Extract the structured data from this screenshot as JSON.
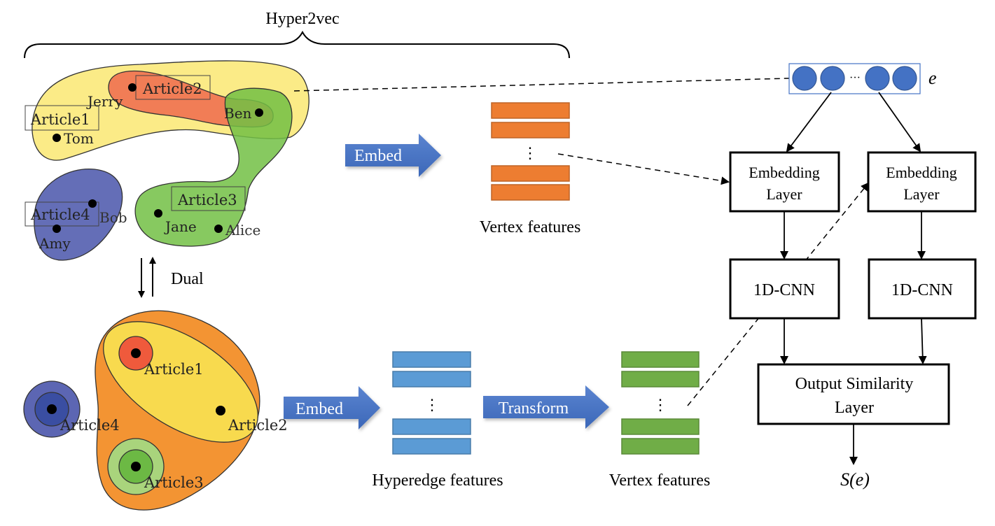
{
  "title": "Hyper2vec",
  "hypergraph": {
    "labels": {
      "article1": "Article1",
      "article2": "Article2",
      "article3": "Article3",
      "article4": "Article4",
      "jerry": "Jerry",
      "tom": "Tom",
      "ben": "Ben",
      "bob": "Bob",
      "amy": "Amy",
      "jane": "Jane",
      "alice": "Alice"
    },
    "hyperedge_colors": {
      "article1": "#fbe97a",
      "article2": "#ee6a4e",
      "article3": "#72bf44",
      "article4": "#5c66b3"
    }
  },
  "dual": {
    "label": "Dual",
    "labels": {
      "article1": "Article1",
      "article2": "Article2",
      "article3": "Article3",
      "article4": "Article4"
    },
    "colors": {
      "outer": "#f39433",
      "ellipse": "#f8da4e",
      "red": "#ef5a3c",
      "green_outer": "#a9d47c",
      "green_inner": "#6cb944",
      "blue_outer": "#5c66b3",
      "blue_inner": "#3a4ea2"
    }
  },
  "arrows": {
    "embed_top": "Embed",
    "embed_bottom": "Embed",
    "transform": "Transform",
    "color": "#4472c4"
  },
  "features": {
    "vertex_top": {
      "label": "Vertex features",
      "color": "#ed7d31",
      "ellipsis": "⋮"
    },
    "hyperedge": {
      "label": "Hyperedge features",
      "color": "#5b9bd5",
      "ellipsis": "⋮"
    },
    "vertex_bottom": {
      "label": "Vertex features",
      "color": "#70ad47",
      "ellipsis": "⋮"
    }
  },
  "network": {
    "input_label": "e",
    "input_ellipsis": "···",
    "node_color": "#4472c4",
    "embedding_left": [
      "Embedding",
      "Layer"
    ],
    "embedding_right": [
      "Embedding",
      "Layer"
    ],
    "cnn_left": "1D-CNN",
    "cnn_right": "1D-CNN",
    "output": [
      "Output Similarity",
      "Layer"
    ],
    "result": "S(e)"
  }
}
